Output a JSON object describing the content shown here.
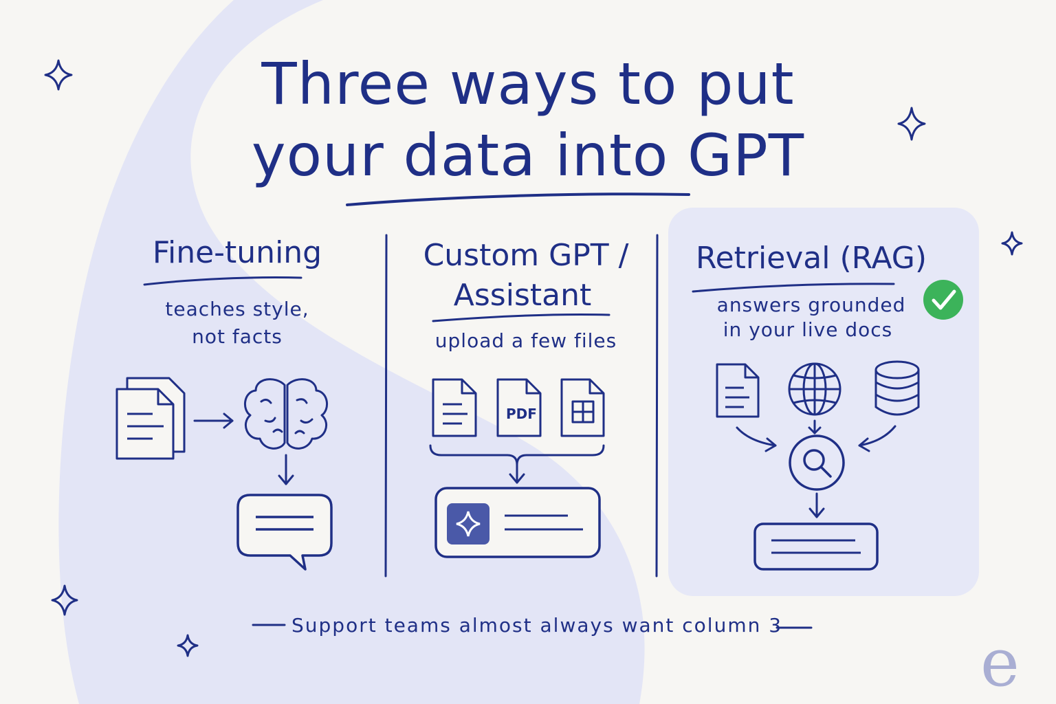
{
  "title": {
    "line1": "Three ways to put",
    "line2": "your data into GPT"
  },
  "columns": [
    {
      "title": "Fine-tuning",
      "subtitle_line1": "teaches style,",
      "subtitle_line2": "not facts",
      "icons": [
        "documents-icon",
        "brain-icon",
        "chat-bubble-icon"
      ]
    },
    {
      "title_line1": "Custom GPT /",
      "title_line2": "Assistant",
      "subtitle": "upload a few files",
      "pdf_label": "PDF",
      "icons": [
        "document-icon",
        "pdf-file-icon",
        "spreadsheet-file-icon",
        "assistant-panel-icon"
      ]
    },
    {
      "title": "Retrieval (RAG)",
      "subtitle_line1": "answers grounded",
      "subtitle_line2": "in your live docs",
      "highlighted": true,
      "icons": [
        "document-icon",
        "globe-icon",
        "database-icon",
        "search-icon",
        "result-panel-icon",
        "check-icon"
      ]
    }
  ],
  "footer": "Support teams almost always want column 3",
  "logo": "e",
  "colors": {
    "ink": "#1f2f86",
    "background": "#f7f6f3",
    "wave": "#e3e5f6",
    "highlight_panel": "#e6e8f7",
    "check": "#3cb35a",
    "assistant_tile": "#4a59a8"
  }
}
